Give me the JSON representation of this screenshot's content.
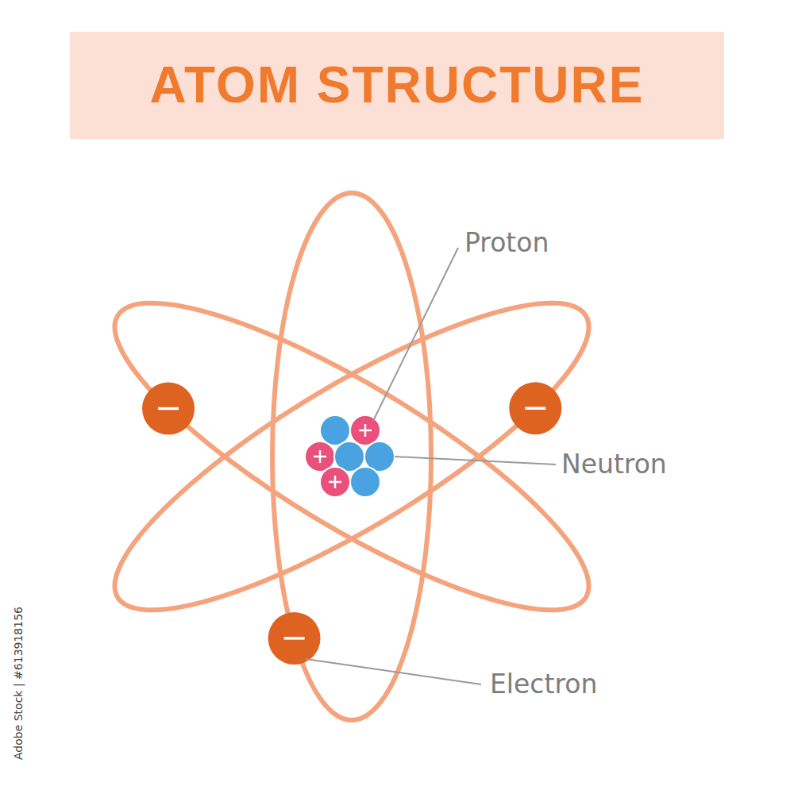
{
  "diagram": {
    "title": "ATOM STRUCTURE",
    "labels": [
      "Proton",
      "Neutron",
      "Electron",
      "Adobe Stock | #613918156"
    ]
  }
}
